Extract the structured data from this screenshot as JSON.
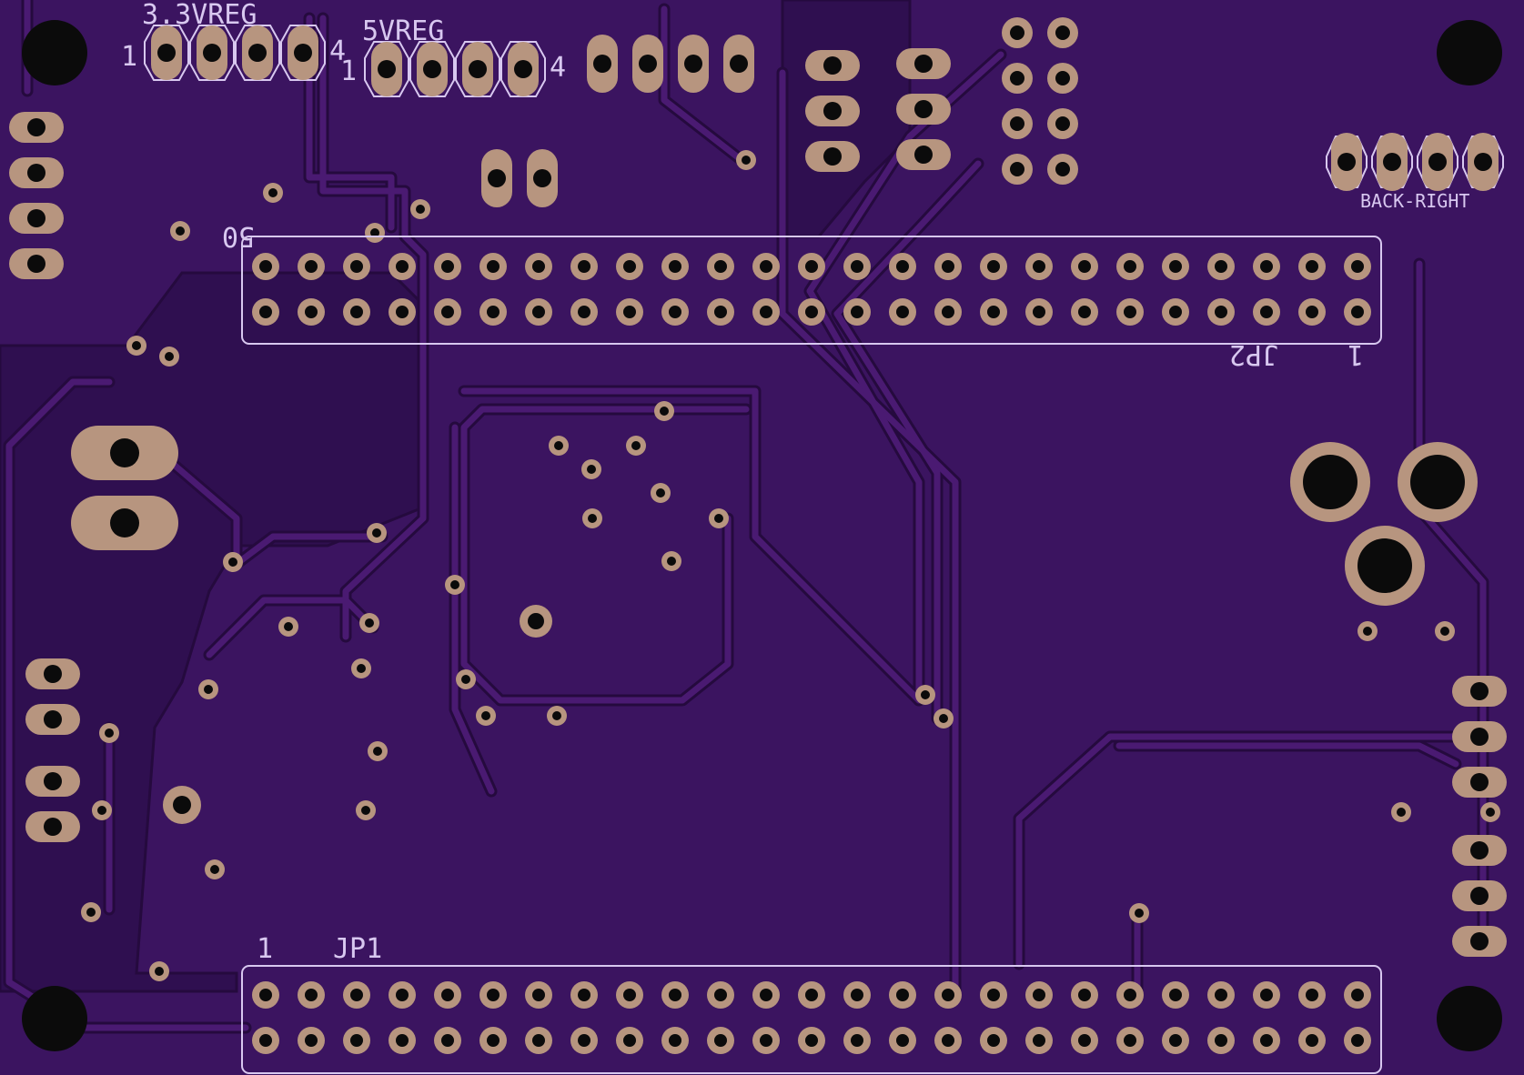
{
  "board": {
    "colors": {
      "substrate": "#3b1460",
      "copper_fill": "#31104f",
      "trace": "#4a1a72",
      "trace_outline": "#260a40",
      "pad": "#b7957f",
      "drill": "#0b0b0b",
      "silkscreen": "#d8c8f0"
    }
  },
  "labels": {
    "reg33": "3.3VREG",
    "reg33_pin_start": "1",
    "reg33_pin_end": "4",
    "reg5": "5VREG",
    "reg5_pin_start": "1",
    "reg5_pin_end": "4",
    "back_right": "BACK-RIGHT",
    "jp2_pin50": "50",
    "jp2_name": "JP2",
    "jp2_pin1": "1",
    "jp1_pin1": "1",
    "jp1_name": "JP1"
  },
  "headers": {
    "jp2": {
      "rows": 2,
      "cols": 25
    },
    "jp1": {
      "rows": 2,
      "cols": 25
    }
  }
}
